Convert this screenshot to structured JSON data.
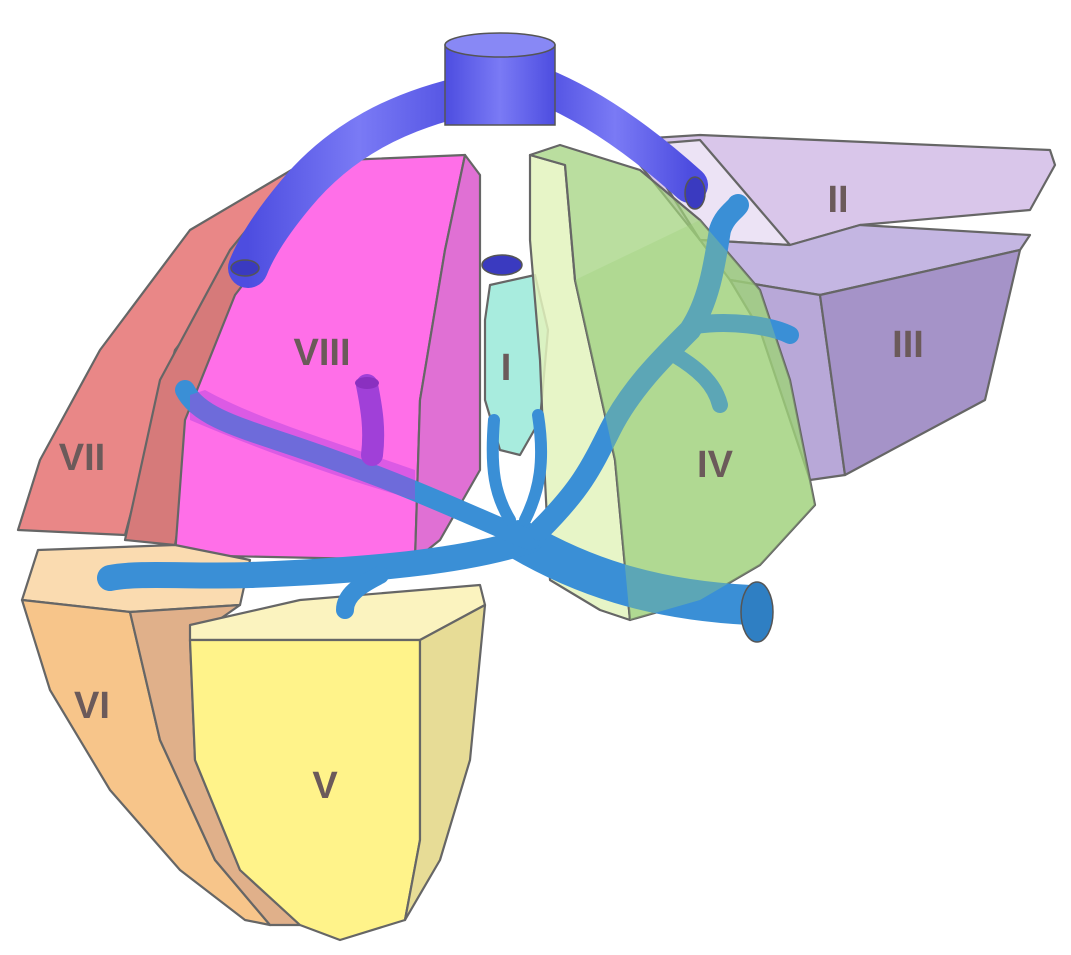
{
  "segments": [
    {
      "id": "I",
      "label": "I",
      "color": "#a8ecde"
    },
    {
      "id": "II",
      "label": "II",
      "color": "#d9c6ea"
    },
    {
      "id": "III",
      "label": "III",
      "color": "#b8a8d8"
    },
    {
      "id": "IV",
      "label": "IV",
      "color": "#9fd17a"
    },
    {
      "id": "V",
      "label": "V",
      "color": "#fff38a"
    },
    {
      "id": "VI",
      "label": "VI",
      "color": "#f7c58a"
    },
    {
      "id": "VII",
      "label": "VII",
      "color": "#e98787"
    },
    {
      "id": "VIII",
      "label": "VIII",
      "color": "#ff6fe8"
    }
  ],
  "vessels": {
    "hepatic_veins_color": "#6666ee",
    "portal_vein_color": "#3a8fd6"
  }
}
